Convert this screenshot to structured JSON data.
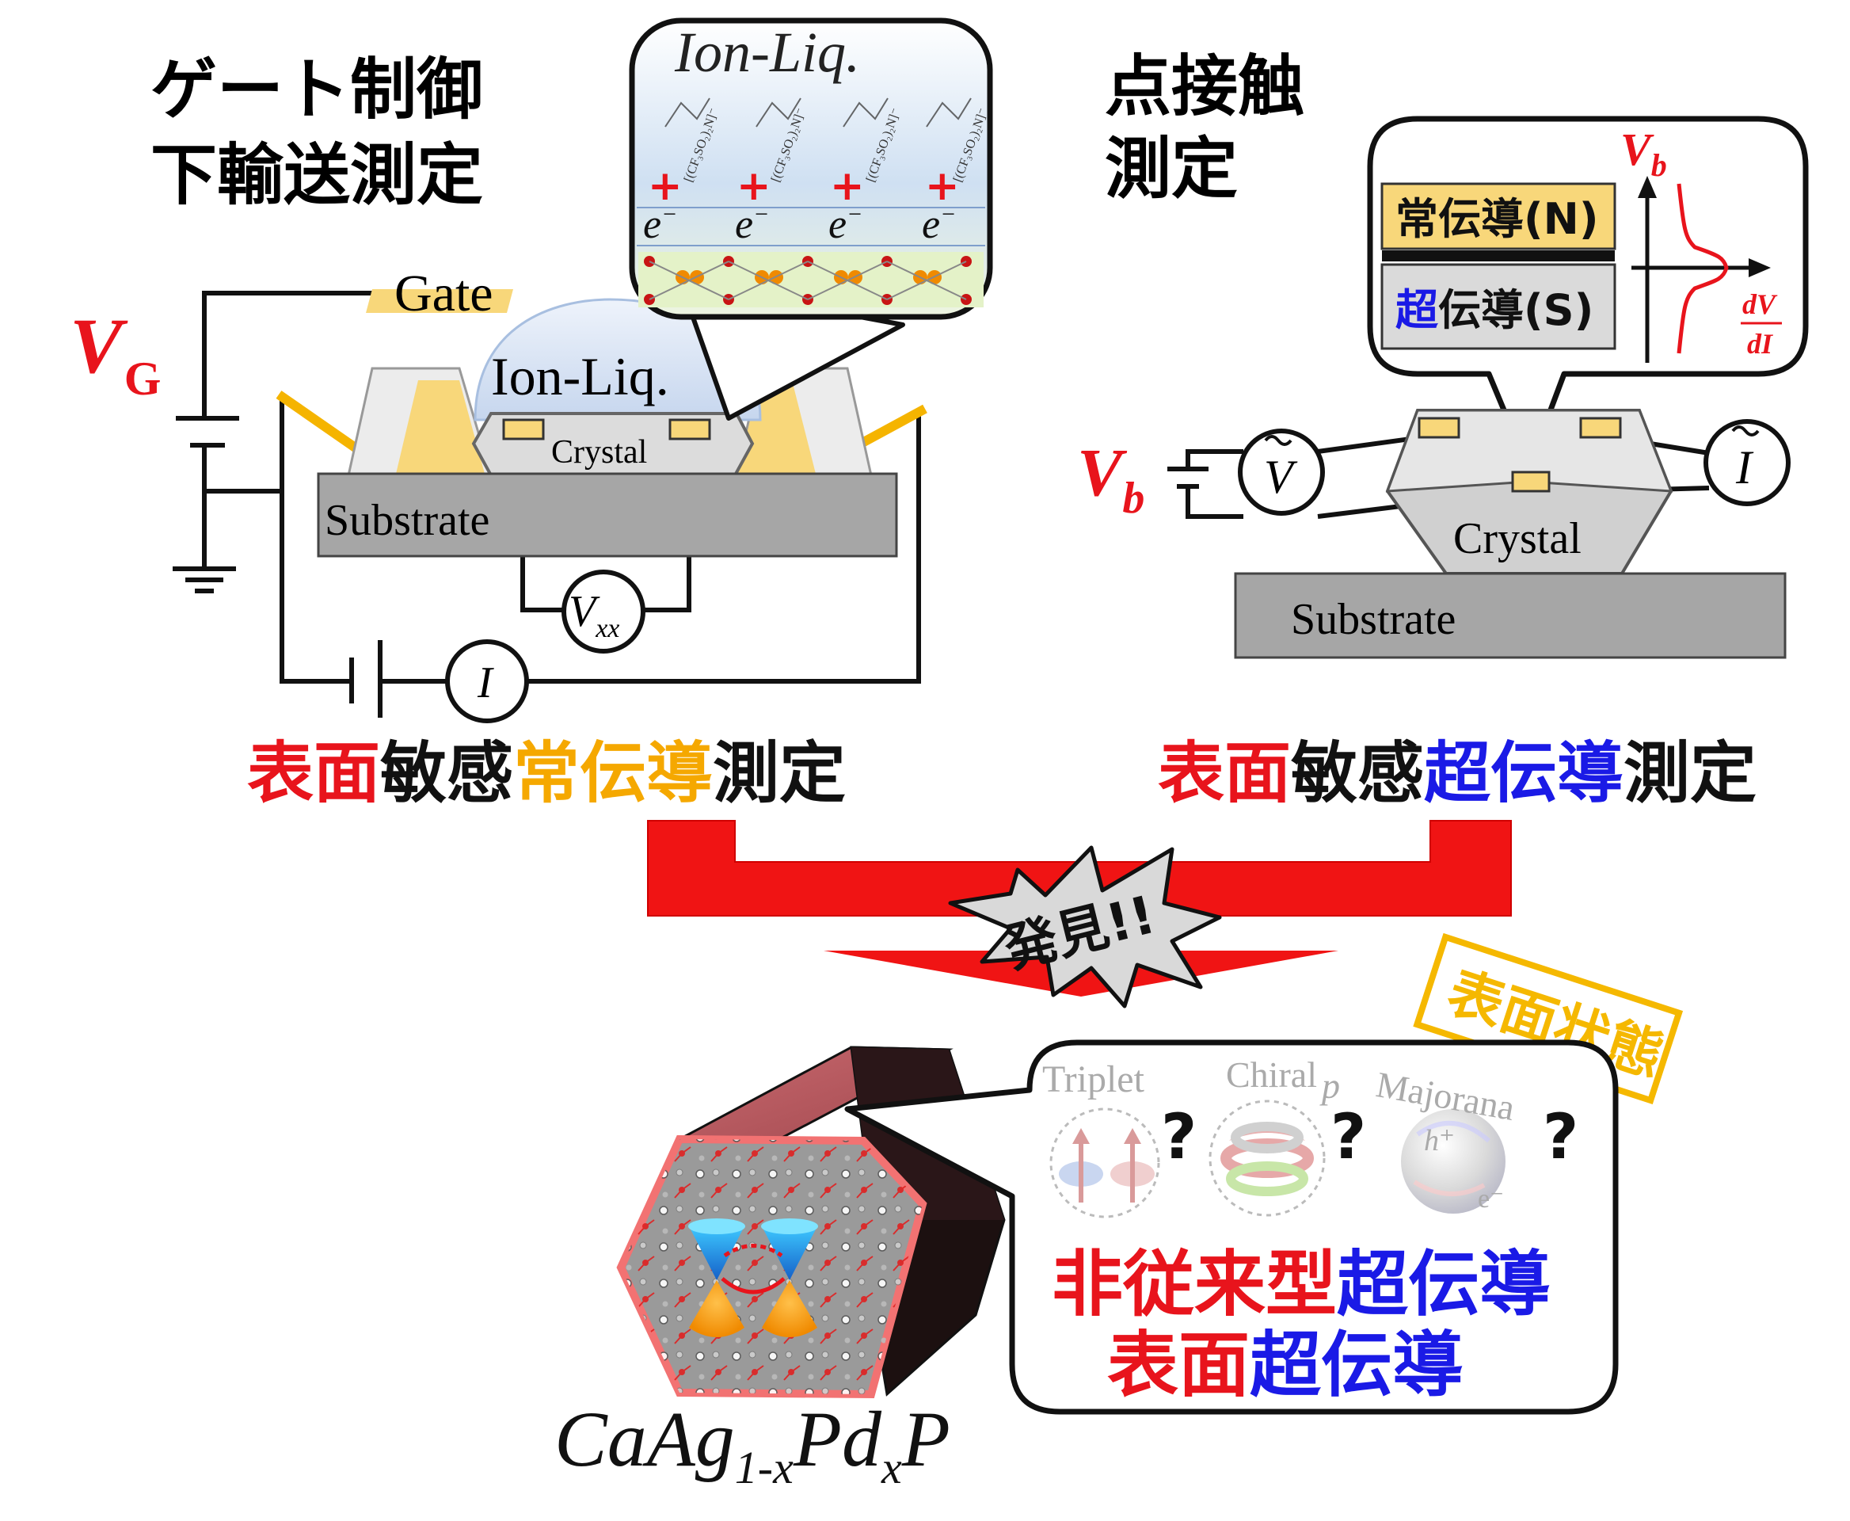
{
  "left": {
    "title_line1": "ゲート制御",
    "title_line2": "下輸送測定",
    "gate_label": "Gate",
    "vg_main": "V",
    "vg_sub": "G",
    "ionliq_label": "Ion-Liq.",
    "crystal_label": "Crystal",
    "substrate_label": "Substrate",
    "vxx_main": "V",
    "vxx_sub": "xx",
    "current_label": "I",
    "inset_title": "Ion-Liq.",
    "plus": "+",
    "electron": "e",
    "electron_sup": "−",
    "anion": "[(CF₃SO₂)₂N]⁻",
    "caption": [
      "表面",
      "敏感",
      "常伝導",
      "測定"
    ]
  },
  "right": {
    "title_line1": "点接触",
    "title_line2": "測定",
    "normal_box": "常伝導(N)",
    "super_box_colored": "超",
    "super_box_rest": "伝導(S)",
    "vb_main": "V",
    "vb_sub": "b",
    "didv_num": "dV",
    "didv_den": "dI",
    "v_tilde": "V",
    "i_tilde": "I",
    "crystal_label": "Crystal",
    "substrate_label": "Substrate",
    "caption": [
      "表面",
      "敏感",
      "超伝導",
      "測定"
    ]
  },
  "discovery": "発見!!",
  "stamp": "表面状態",
  "bubble": {
    "triplet": "Triplet",
    "chiral": "Chiral",
    "chiral_p": "p",
    "majorana": "Majorana",
    "h_plus": "h⁺",
    "e_minus": "e⁻",
    "question": "?",
    "line1": [
      "非従来型",
      "超伝導"
    ],
    "line2": [
      "表面",
      "超伝導"
    ]
  },
  "formula": {
    "a": "CaAg",
    "sub1": "1-x",
    "b": "Pd",
    "sub2": "x",
    "c": "P"
  },
  "colors": {
    "red": "#e8141c",
    "orange": "#f5a800",
    "blue": "#1a1ae6",
    "gold": "#f8d77a",
    "gray": "#a6a6a6"
  }
}
